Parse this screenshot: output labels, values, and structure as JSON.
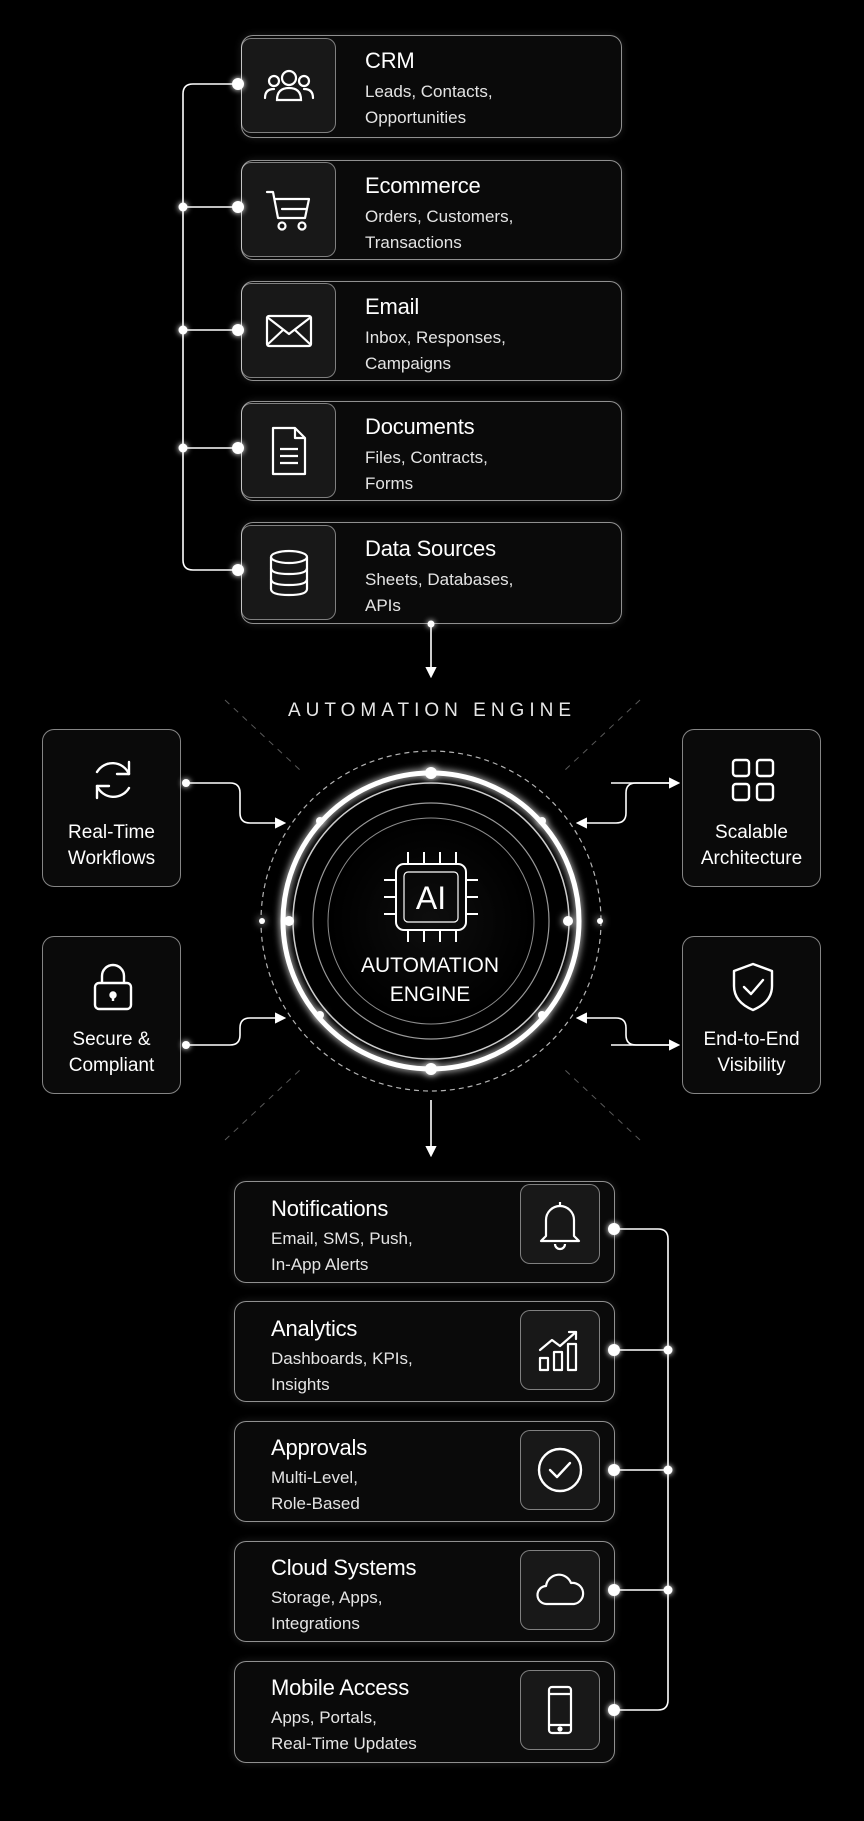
{
  "heading": "AUTOMATION ENGINE",
  "core": {
    "chip_text": "AI",
    "label": "AUTOMATION\nENGINE",
    "chip_icon": "ai-chip-icon"
  },
  "inputs": [
    {
      "title": "CRM",
      "desc": "Leads, Contacts,\nOpportunities",
      "icon": "users-icon"
    },
    {
      "title": "Ecommerce",
      "desc": "Orders, Customers,\nTransactions",
      "icon": "cart-icon"
    },
    {
      "title": "Email",
      "desc": "Inbox, Responses,\nCampaigns",
      "icon": "envelope-icon"
    },
    {
      "title": "Documents",
      "desc": "Files, Contracts,\nForms",
      "icon": "document-icon"
    },
    {
      "title": "Data Sources",
      "desc": "Sheets, Databases,\nAPIs",
      "icon": "database-icon"
    }
  ],
  "features": [
    {
      "label": "Real-Time\nWorkflows",
      "icon": "refresh-icon"
    },
    {
      "label": "Scalable\nArchitecture",
      "icon": "grid-icon"
    },
    {
      "label": "Secure &\nCompliant",
      "icon": "lock-icon"
    },
    {
      "label": "End-to-End\nVisibility",
      "icon": "shield-check-icon"
    }
  ],
  "outputs": [
    {
      "title": "Notifications",
      "desc": "Email, SMS, Push,\nIn-App Alerts",
      "icon": "bell-icon"
    },
    {
      "title": "Analytics",
      "desc": "Dashboards, KPIs,\nInsights",
      "icon": "chart-icon"
    },
    {
      "title": "Approvals",
      "desc": "Multi-Level,\nRole-Based",
      "icon": "check-circle-icon"
    },
    {
      "title": "Cloud Systems",
      "desc": "Storage, Apps,\nIntegrations",
      "icon": "cloud-icon"
    },
    {
      "title": "Mobile Access",
      "desc": "Apps, Portals,\nReal-Time Updates",
      "icon": "phone-icon"
    }
  ],
  "colors": {
    "background": "#000000",
    "line": "#ffffff",
    "text": "#ffffff"
  }
}
